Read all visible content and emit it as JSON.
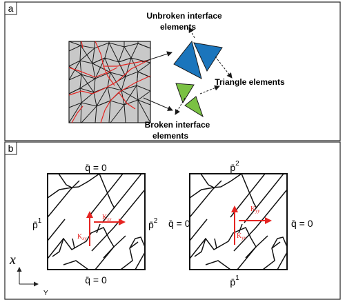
{
  "panel_a": {
    "label": "a",
    "unbroken_label_line1": "Unbroken interface",
    "unbroken_label_line2": "elements",
    "triangle_label": "Triangle elements",
    "broken_label_line1": "Broken interface",
    "broken_label_line2": "elements"
  },
  "panel_b": {
    "label": "b",
    "left": {
      "top": "q̄ = 0",
      "bottom": "q̄ = 0",
      "left_p": "p̄",
      "left_sup": "1",
      "right_p": "p̄",
      "right_sup": "2",
      "k_main": "K",
      "k_main_sub": "xx",
      "k_cross": "K",
      "k_cross_sub": "xy"
    },
    "right": {
      "top_p": "p̄",
      "top_sup": "2",
      "bottom_p": "p̄",
      "bottom_sup": "1",
      "left": "q̄ = 0",
      "right": "q̄ = 0",
      "k_main": "K",
      "k_main_sub": "yy",
      "k_cross": "K",
      "k_cross_sub": "yx"
    },
    "axis_x": "x",
    "axis_y": "Y"
  },
  "colors": {
    "mesh_fill": "#c8c8c8",
    "mesh_line": "#1a1a1a",
    "fracture_red": "#e52421",
    "blue_triangle": "#1b75bc",
    "green_triangle": "#7ac143",
    "frame": "#222222"
  }
}
